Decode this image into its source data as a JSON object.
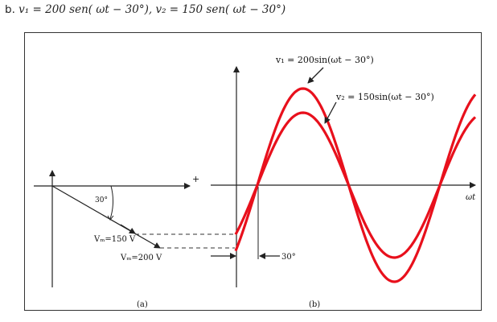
{
  "problem": {
    "prefix": "b.",
    "text": "v₁ = 200 sen( ωt − 30°),  v₂ = 150 sen( ωt − 30°)"
  },
  "figure": {
    "phasor_panel": {
      "angle_label": "30°",
      "plus_sign": "+",
      "v2_label": "Vₘ=150 V",
      "v1_label": "Vₘ=200 V",
      "caption": "(a)",
      "v1_amplitude": 200,
      "v2_amplitude": 150,
      "angle_deg": 30
    },
    "wave_panel": {
      "v1_equation": "v₁ = 200sin(ωt − 30°)",
      "v2_equation": "v₂ = 150sin(ωt − 30°)",
      "shift_label": "30°",
      "axis_label": "ωt",
      "caption": "(b)"
    },
    "colors": {
      "curve": "#e8101c",
      "ink": "#222222"
    }
  }
}
